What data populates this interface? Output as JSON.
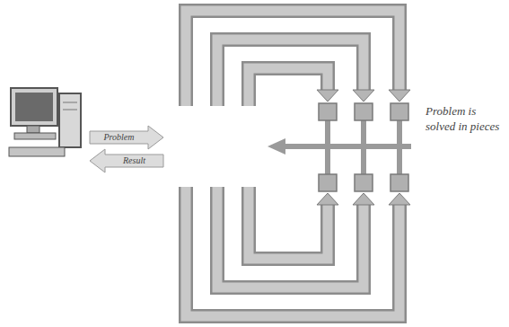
{
  "diagram": {
    "labels": [
      "Problem",
      "Result",
      "Problem is solved in pieces"
    ]
  }
}
